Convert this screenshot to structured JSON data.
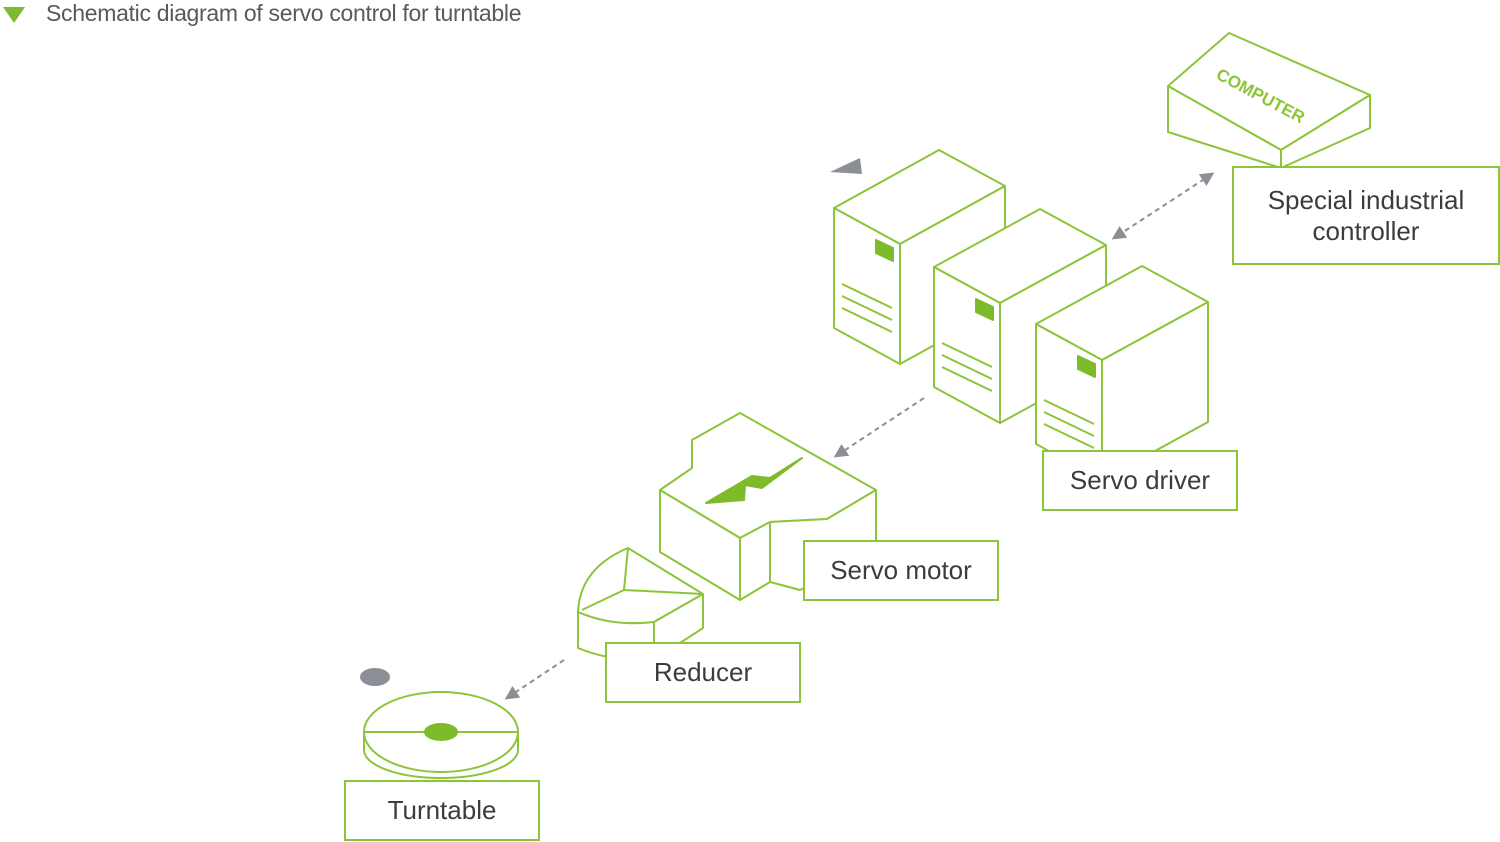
{
  "title": "Schematic diagram of servo control for turntable",
  "colors": {
    "accent": "#8cc43a",
    "fill_green": "#7dbb2b",
    "arrow": "#8a9096",
    "text": "#3a3d40",
    "title_text": "#555a5e"
  },
  "nodes": {
    "controller": {
      "line1": "Special industrial",
      "line2": "controller",
      "device_text": "COMPUTER"
    },
    "driver": {
      "label": "Servo driver"
    },
    "motor": {
      "label": "Servo motor"
    },
    "reducer": {
      "label": "Reducer"
    },
    "turntable": {
      "label": "Turntable"
    }
  },
  "icons": [
    "triangle-bullet-icon",
    "computer-icon",
    "server-tower-icon",
    "lightning-icon",
    "reducer-icon",
    "turntable-icon"
  ]
}
